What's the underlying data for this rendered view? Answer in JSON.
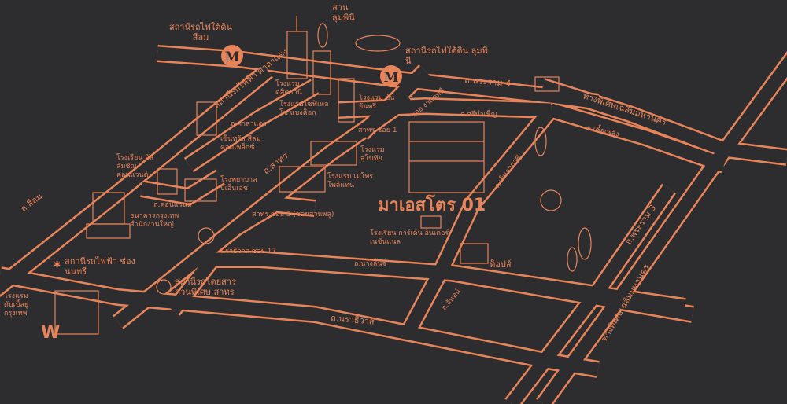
{
  "colors": {
    "background": "#2d2d2f",
    "accent": "#e8845a"
  },
  "highlight": {
    "label": "มาเอสโตร 01"
  },
  "stations": {
    "mrt_silom": "สถานีรถไฟใต้ดิน สีลม",
    "mrt_lumphini": "สถานีรถไฟใต้ดิน ลุมพินี",
    "bts_sala_daeng": "สถานีรถไฟฟ้า ศาลาแดง",
    "bts_chong_nonsi": "สถานีรถไฟฟ้า ช่องนนทรี",
    "brt_sathorn": "สถานีรถโดยสาร ด่วนพิเศษ สาทร",
    "mrt_icon": "M"
  },
  "roads": {
    "silom": "ถ.สีลม",
    "sathorn": "ถ.สาทร",
    "rama4": "ถ.พระราม 4",
    "rama3": "ถ.พระราม 3",
    "narathiwas": "ถ.นราธิวาส",
    "narathiwas_soi17": "นราธิวาส ซอย 17",
    "sala_daeng": "ถ.ศาลาแดง",
    "convent": "ถ.คอนแวนต์",
    "sathorn_soi1": "สาทร ซอย 1",
    "sathorn_soi3": "สาทร ซอย 3 (ซอยสวนพลู)",
    "soi_ngam_duphli": "ซอย งามดูพลี",
    "si_bamphen": "ถ.ศรีบำเพ็ญ",
    "yen_akat": "ถ.เย็นอากาศ",
    "chuea_phloeng": "ถ.เชื้อเพลิง",
    "nang_linchi": "ถ.นางลิ้นจี่",
    "chan": "ถ.จันทน์",
    "expressway_1": "ทางพิเศษเฉลิมมหานคร",
    "expressway_2": "ทางพิเศษเฉลิมมหานคร"
  },
  "landmarks": {
    "lumphini_park": "สวน ลุมพินี",
    "dusit_thani": "โรงแรม ดุสิตธานี",
    "sofitel": "โรงแรมโซฟิเทล โซ แบงค็อก",
    "central_silom": "เซ็นทรัล สีลมคอมเพล็กซ์",
    "school": "โรงเรียน อัสสัมชัญคอนแวนต์",
    "hospital": "โรงพยาบาล บีเอ็นเอช",
    "bangkok_bank": "ธนาคารกรุงเทพ สำนักงานใหญ่",
    "w_hotel": "โรงแรม ดับเบิ้ลยู กรุงเทพ",
    "banyan_tree": "โรงแรม บันยันทรี",
    "sukhothai": "โรงแรม สุโขทัย",
    "metropolitan": "โรงแรม เมโทรโพลิแทน",
    "garden_school": "โรงเรียน การ์เด้น อินเตอร์เนชั่นแนล",
    "tops": "ท็อปส์"
  }
}
